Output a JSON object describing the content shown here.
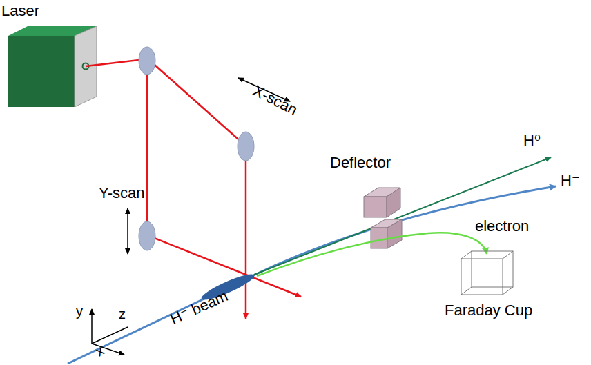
{
  "diagram": {
    "nodes": [
      {
        "text": [
          "Laser"
        ]
      },
      {
        "text": [
          "Deflector"
        ]
      },
      {
        "text": [
          "Faraday Cup"
        ]
      }
    ],
    "labels": [
      "X-scan",
      "Y-scan",
      "H⁰",
      "H⁻",
      "electron",
      "H⁻ beam",
      "y",
      "z",
      "x"
    ]
  }
}
